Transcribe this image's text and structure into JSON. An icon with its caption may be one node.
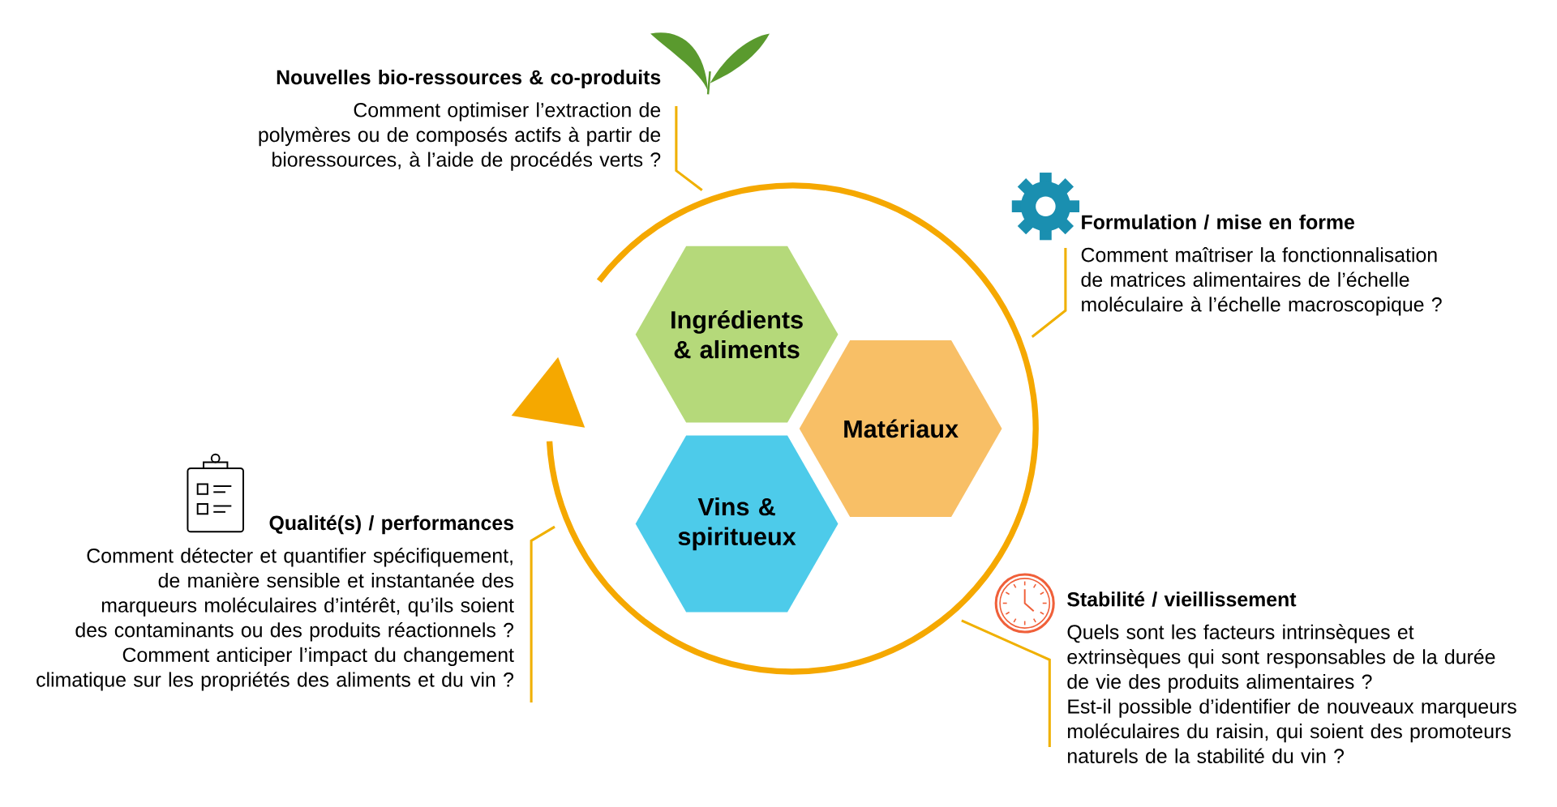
{
  "diagram": {
    "nodes": [
      {
        "text": [
          "Nouvelles bio-ressources & co-produits",
          "Comment optimiser l’extraction de polymères ou de composés actifs à partir de bioressources, à l’aide de procédés verts ?"
        ]
      },
      {
        "text": [
          "Formulation / mise en forme",
          "Comment maîtriser la fonctionnalisation de matrices alimentaires de l’échelle moléculaire à l’échelle macroscopique ?"
        ]
      },
      {
        "text": [],
        "shape": "circle"
      },
      {
        "text": [
          "Ingrédients & aliments"
        ],
        "in": 2
      },
      {
        "text": [
          "Matériaux"
        ],
        "in": 2
      },
      {
        "text": [
          "Vins & spiritueux"
        ],
        "in": 2
      },
      {
        "text": [
          "Qualité(s) / performances",
          "Comment détecter et quantifier spécifiquement, de manière sensible et instantanée des marqueurs moléculaires d’intérêt, qu’ils soient des contaminants ou des produits réactionnels ?",
          "Comment anticiper l’impact du changement climatique sur les propriétés des aliments et du vin ?"
        ]
      },
      {
        "text": [
          "Stabilité / vieillissement",
          "Quels sont les facteurs intrinsèques et extrinsèques qui sont responsables de la durée de vie des produits alimentaires ?",
          "Est-il possible d’identifier de nouveaux marqueurs moléculaires du raisin, qui soient des promoteurs naturels de la stabilité du vin ?"
        ]
      }
    ],
    "edges": [
      {
        "from": 0,
        "to": 2,
        "arrow": "none"
      },
      {
        "from": 1,
        "to": 2,
        "arrow": "none"
      },
      {
        "from": 6,
        "to": 2,
        "arrow": "none"
      },
      {
        "from": 7,
        "to": 2,
        "arrow": "none"
      }
    ]
  }
}
